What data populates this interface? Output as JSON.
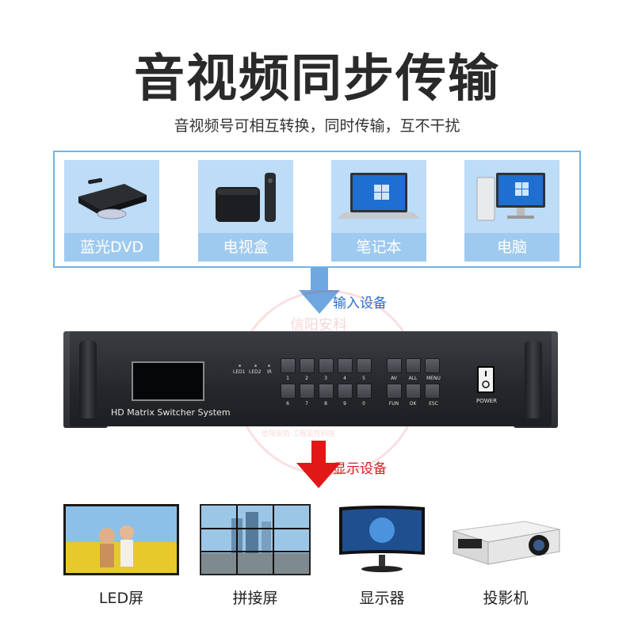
{
  "header": {
    "title": "音视频同步传输",
    "subtitle": "音视频号可相互转换，同时传输，互不干扰"
  },
  "inputs": {
    "label": "输入设备",
    "items": [
      {
        "label": "蓝光DVD",
        "icon": "dvd-player-icon"
      },
      {
        "label": "电视盒",
        "icon": "tv-box-icon"
      },
      {
        "label": "笔记本",
        "icon": "laptop-icon"
      },
      {
        "label": "电脑",
        "icon": "desktop-computer-icon"
      }
    ]
  },
  "device": {
    "plate": "HD Matrix Switcher System",
    "leds": [
      "LED1",
      "LED2",
      "IR"
    ],
    "number_keys_top": [
      "1",
      "2",
      "3",
      "4",
      "5"
    ],
    "number_keys_bottom": [
      "6",
      "7",
      "8",
      "9",
      "0"
    ],
    "function_keys_top": [
      "AV",
      "ALL",
      "MENU"
    ],
    "function_keys_bottom": [
      "FUN",
      "OK",
      "ESC"
    ],
    "power_label": "POWER"
  },
  "outputs": {
    "label": "显示设备",
    "items": [
      {
        "label": "LED屏",
        "icon": "led-screen-icon"
      },
      {
        "label": "拼接屏",
        "icon": "video-wall-icon"
      },
      {
        "label": "显示器",
        "icon": "monitor-icon"
      },
      {
        "label": "投影机",
        "icon": "projector-icon"
      }
    ]
  },
  "watermark": {
    "top_text": "信阳安科",
    "bottom_text": "信阳安防·工程监控科技"
  },
  "colors": {
    "input_frame": "#6fb4ea",
    "input_card": "#9fcaf0",
    "input_arrow": "#6fa8e0",
    "input_label": "#2a6fcf",
    "output_arrow": "#e01818",
    "output_label": "#d42020",
    "chassis": "#2a2c30"
  }
}
